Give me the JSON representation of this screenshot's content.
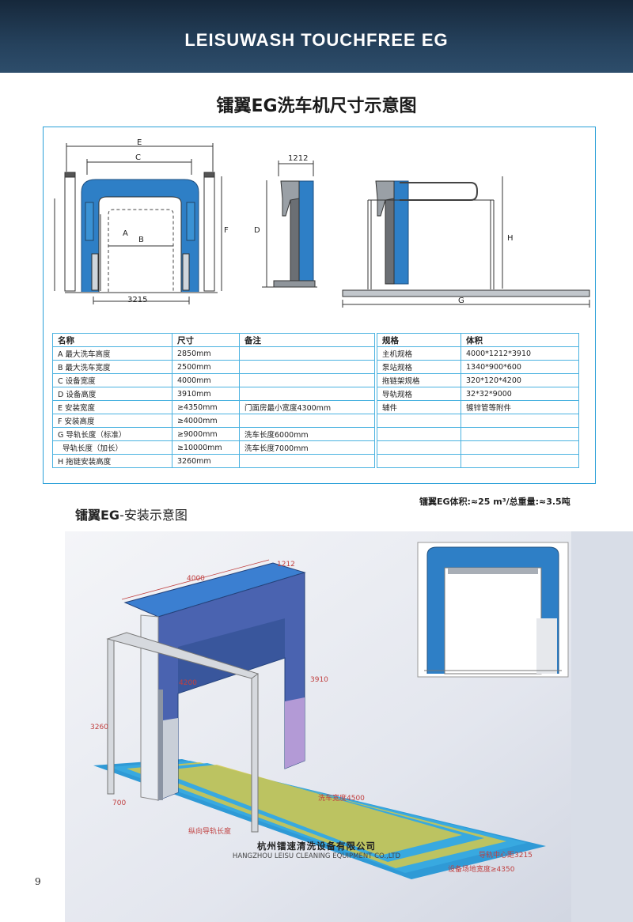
{
  "header": {
    "title": "LEISUWASH TOUCHFREE EG"
  },
  "doc_title": "镭翼EG洗车机尺寸示意图",
  "drawing_labels": {
    "E": "E",
    "C": "C",
    "A": "A",
    "B": "B",
    "F": "F",
    "D": "D",
    "H": "H",
    "G": "G",
    "width_3215": "3215",
    "depth_1212": "1212"
  },
  "table": {
    "left_headers": [
      "名称",
      "尺寸",
      "备注"
    ],
    "right_headers": [
      "规格",
      "体积"
    ],
    "left_rows": [
      {
        "name": "A 最大洗车高度",
        "size": "2850mm",
        "note": ""
      },
      {
        "name": "B 最大洗车宽度",
        "size": "2500mm",
        "note": ""
      },
      {
        "name": "C 设备宽度",
        "size": "4000mm",
        "note": ""
      },
      {
        "name": "D 设备高度",
        "size": "3910mm",
        "note": ""
      },
      {
        "name": "E 安装宽度",
        "size": "≥4350mm",
        "note": "门面房最小宽度4300mm"
      },
      {
        "name": "F 安装高度",
        "size": "≥4000mm",
        "note": ""
      },
      {
        "name": "G 导轨长度（标准）",
        "size": "≥9000mm",
        "note": "洗车长度6000mm"
      },
      {
        "name": "  导轨长度（加长）",
        "size": "≥10000mm",
        "note": "洗车长度7000mm"
      },
      {
        "name": "H 拖链安装高度",
        "size": "3260mm",
        "note": ""
      }
    ],
    "right_rows": [
      {
        "spec": "主机规格",
        "vol": "4000*1212*3910"
      },
      {
        "spec": "泵站规格",
        "vol": "1340*900*600"
      },
      {
        "spec": "拖链架规格",
        "vol": "320*120*4200"
      },
      {
        "spec": "导轨规格",
        "vol": "32*32*9000"
      },
      {
        "spec": "辅件",
        "vol": "镀锌管等附件"
      },
      {
        "spec": "",
        "vol": ""
      },
      {
        "spec": "",
        "vol": ""
      },
      {
        "spec": "",
        "vol": ""
      },
      {
        "spec": "",
        "vol": ""
      }
    ]
  },
  "summary": "镭翼EG体积:≈25 m³/总重量:≈3.5吨",
  "install_title": {
    "bold": "镭翼EG",
    "rest": "-安装示意图"
  },
  "install_dims": {
    "w4000": "4000",
    "d1212": "1212",
    "h3910": "3910",
    "w4200": "4200",
    "h3260": "3260",
    "d700": "700",
    "rail_center": "导轨中心距3215",
    "site_width": "设备场地宽度≥4350",
    "wash_width": "洗车宽度4500",
    "rail_length": "纵向导轨长度"
  },
  "company": {
    "cn": "杭州镭速清洗设备有限公司",
    "en": "HANGZHOU LEISU CLEANING EQUIPMENT CO.,LTD"
  },
  "page_number": "9",
  "colors": {
    "header": "#1f3650",
    "machine_blue": "#2e7fc6",
    "frame_blue": "#4a63b0",
    "table_border": "#4ab2e0",
    "rail_yellow": "#d3c84a"
  }
}
